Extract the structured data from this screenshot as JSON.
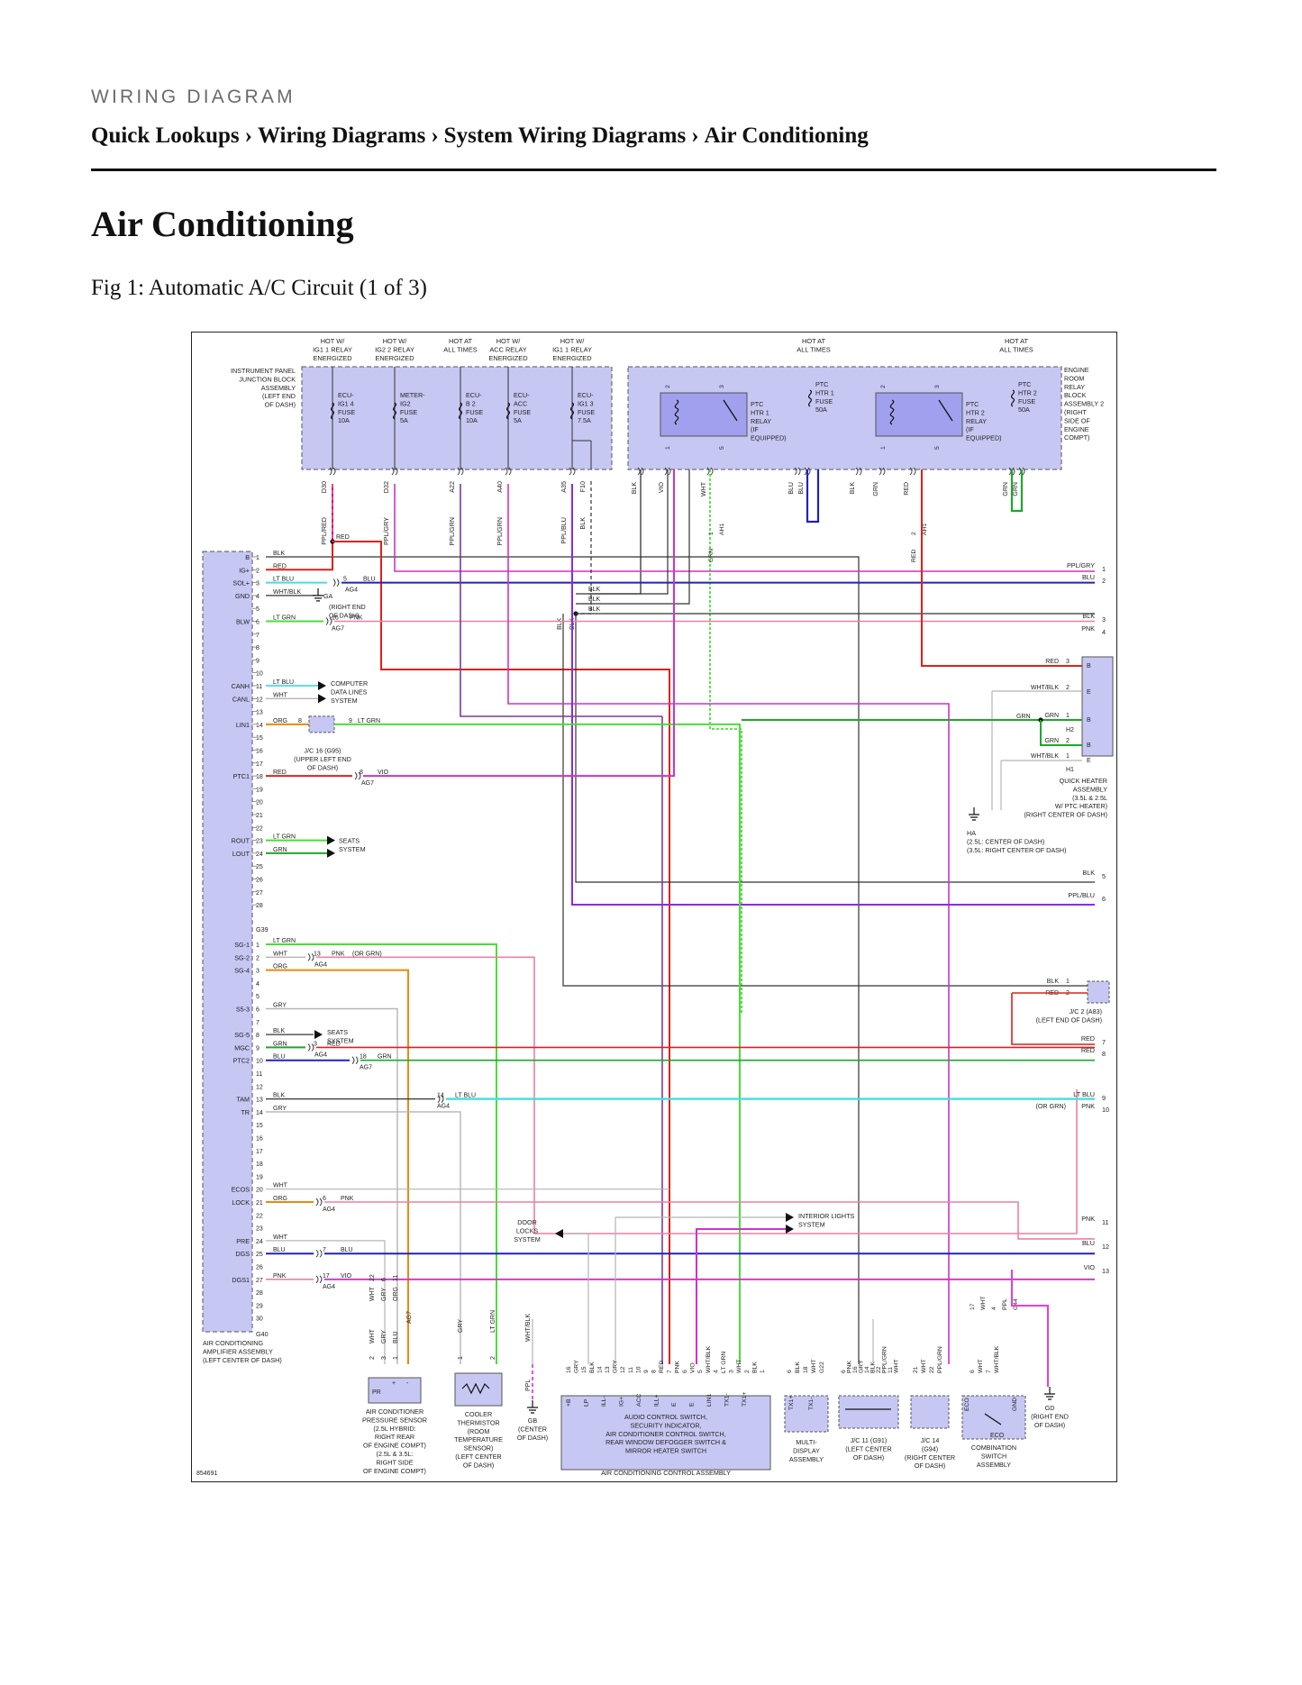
{
  "header": {
    "section_label": "WIRING DIAGRAM",
    "breadcrumb": [
      "Quick Lookups",
      "Wiring Diagrams",
      "System Wiring Diagrams",
      "Air Conditioning"
    ],
    "separator": "›"
  },
  "page_title": "Air Conditioning",
  "figure_caption": "Fig 1: Automatic A/C Circuit (1 of 3)",
  "diagram": {
    "drawing_number": "854691",
    "power_labels": [
      [
        "HOT W/",
        "IG1 1 RELAY",
        "ENERGIZED"
      ],
      [
        "HOT W/",
        "IG2 2 RELAY",
        "ENERGIZED"
      ],
      [
        "HOT AT",
        "ALL TIMES"
      ],
      [
        "HOT W/",
        "ACC RELAY",
        "ENERGIZED"
      ],
      [
        "HOT W/",
        "IG1 1 RELAY",
        "ENERGIZED"
      ],
      [
        "HOT AT",
        "ALL TIMES"
      ],
      [
        "HOT AT",
        "ALL TIMES"
      ]
    ],
    "ip_junction_block": [
      "INSTRUMENT PANEL",
      "JUNCTION BLOCK",
      "ASSEMBLY",
      "(LEFT END",
      "OF DASH)"
    ],
    "fuses_left": [
      {
        "name": [
          "ECU-",
          "IG1 4",
          "FUSE",
          "10A"
        ],
        "pin": "D30",
        "wire": "PPL/RED"
      },
      {
        "name": [
          "METER-",
          "IG2",
          "FUSE",
          "5A"
        ],
        "pin": "D32",
        "wire": "PPL/GRY"
      },
      {
        "name": [
          "ECU-",
          "B 2",
          "FUSE",
          "10A"
        ],
        "pin": "A22",
        "wire": "PPL/GRN"
      },
      {
        "name": [
          "ECU-",
          "ACC",
          "FUSE",
          "5A"
        ],
        "pin": "A40",
        "wire": "PPL/GRN"
      },
      {
        "name": [
          "ECU-",
          "IG1 3",
          "FUSE",
          "7.5A"
        ],
        "pin": "A35",
        "wire": "PPL/BLU"
      }
    ],
    "f10": {
      "pin": "F10",
      "wire": "BLK"
    },
    "engine_relay_block": [
      "ENGINE",
      "ROOM",
      "RELAY",
      "BLOCK",
      "ASSEMBLY 2",
      "(RIGHT",
      "SIDE OF",
      "ENGINE",
      "COMPT)"
    ],
    "ptc_relays": [
      {
        "name": [
          "PTC",
          "HTR 1",
          "RELAY",
          "(IF",
          "EQUIPPED)"
        ],
        "pins": [
          "2",
          "3",
          "1",
          "5"
        ]
      },
      {
        "name": [
          "PTC",
          "HTR 2",
          "RELAY",
          "(IF",
          "EQUIPPED)"
        ],
        "pins": [
          "2",
          "3",
          "1",
          "5"
        ]
      }
    ],
    "ptc_fuses": [
      {
        "name": [
          "PTC",
          "HTR 1",
          "FUSE",
          "50A"
        ]
      },
      {
        "name": [
          "PTC",
          "HTR 2",
          "FUSE",
          "50A"
        ]
      }
    ],
    "relay_wires": [
      "BLK",
      "VIO",
      "WHT",
      "BLU",
      "BLU",
      "BLK",
      "GRN",
      "RED",
      "GRN",
      "GRN"
    ],
    "ah1_labels": [
      "1",
      "AH1",
      "GRN",
      "2",
      "AH1",
      "RED"
    ],
    "amplifier": {
      "name": [
        "AIR CONDITIONING",
        "AMPLIFIER ASSEMBLY",
        "(LEFT CENTER OF DASH)"
      ],
      "g39_label": "G39",
      "g40_label": "G40",
      "g39_pins": [
        {
          "n": "1",
          "sig": "B",
          "wire": "BLK"
        },
        {
          "n": "2",
          "sig": "IG+",
          "wire": "RED"
        },
        {
          "n": "3",
          "sig": "SOL+",
          "wire": "LT BLU"
        },
        {
          "n": "4",
          "sig": "GND",
          "wire": "WHT/BLK"
        },
        {
          "n": "5",
          "sig": "",
          "wire": ""
        },
        {
          "n": "6",
          "sig": "BLW",
          "wire": "LT GRN"
        },
        {
          "n": "7",
          "sig": "",
          "wire": ""
        },
        {
          "n": "8",
          "sig": "",
          "wire": ""
        },
        {
          "n": "9",
          "sig": "",
          "wire": ""
        },
        {
          "n": "10",
          "sig": "",
          "wire": ""
        },
        {
          "n": "11",
          "sig": "CANH",
          "wire": "LT BLU"
        },
        {
          "n": "12",
          "sig": "CANL",
          "wire": "WHT"
        },
        {
          "n": "13",
          "sig": "",
          "wire": ""
        },
        {
          "n": "14",
          "sig": "LIN1",
          "wire": "ORG"
        },
        {
          "n": "15",
          "sig": "",
          "wire": ""
        },
        {
          "n": "16",
          "sig": "",
          "wire": ""
        },
        {
          "n": "17",
          "sig": "",
          "wire": ""
        },
        {
          "n": "18",
          "sig": "PTC1",
          "wire": "RED"
        },
        {
          "n": "19",
          "sig": "",
          "wire": ""
        },
        {
          "n": "20",
          "sig": "",
          "wire": ""
        },
        {
          "n": "21",
          "sig": "",
          "wire": ""
        },
        {
          "n": "22",
          "sig": "",
          "wire": ""
        },
        {
          "n": "23",
          "sig": "ROUT",
          "wire": "LT GRN"
        },
        {
          "n": "24",
          "sig": "LOUT",
          "wire": "GRN"
        },
        {
          "n": "25",
          "sig": "",
          "wire": ""
        },
        {
          "n": "26",
          "sig": "",
          "wire": ""
        },
        {
          "n": "27",
          "sig": "",
          "wire": ""
        },
        {
          "n": "28",
          "sig": "",
          "wire": ""
        }
      ],
      "g40_pins": [
        {
          "n": "1",
          "sig": "SG-1",
          "wire": "LT GRN"
        },
        {
          "n": "2",
          "sig": "SG-2",
          "wire": "WHT"
        },
        {
          "n": "3",
          "sig": "SG-4",
          "wire": "ORG"
        },
        {
          "n": "4",
          "sig": "",
          "wire": ""
        },
        {
          "n": "5",
          "sig": "",
          "wire": ""
        },
        {
          "n": "6",
          "sig": "S5-3",
          "wire": "GRY"
        },
        {
          "n": "7",
          "sig": "",
          "wire": ""
        },
        {
          "n": "8",
          "sig": "SG-5",
          "wire": "BLK"
        },
        {
          "n": "9",
          "sig": "MGC",
          "wire": "GRN"
        },
        {
          "n": "10",
          "sig": "PTC2",
          "wire": "BLU"
        },
        {
          "n": "11",
          "sig": "",
          "wire": ""
        },
        {
          "n": "12",
          "sig": "",
          "wire": ""
        },
        {
          "n": "13",
          "sig": "TAM",
          "wire": "BLK"
        },
        {
          "n": "14",
          "sig": "TR",
          "wire": "GRY"
        },
        {
          "n": "15",
          "sig": "",
          "wire": ""
        },
        {
          "n": "16",
          "sig": "",
          "wire": ""
        },
        {
          "n": "17",
          "sig": "",
          "wire": ""
        },
        {
          "n": "18",
          "sig": "",
          "wire": ""
        },
        {
          "n": "19",
          "sig": "",
          "wire": ""
        },
        {
          "n": "20",
          "sig": "ECOS",
          "wire": "WHT"
        },
        {
          "n": "21",
          "sig": "LOCK",
          "wire": "ORG"
        },
        {
          "n": "22",
          "sig": "",
          "wire": ""
        },
        {
          "n": "23",
          "sig": "",
          "wire": ""
        },
        {
          "n": "24",
          "sig": "PRE",
          "wire": "WHT"
        },
        {
          "n": "25",
          "sig": "DGS",
          "wire": "BLU"
        },
        {
          "n": "26",
          "sig": "",
          "wire": ""
        },
        {
          "n": "27",
          "sig": "DGS1",
          "wire": "PNK"
        },
        {
          "n": "28",
          "sig": "",
          "wire": ""
        },
        {
          "n": "29",
          "sig": "",
          "wire": ""
        },
        {
          "n": "30",
          "sig": "",
          "wire": ""
        }
      ]
    },
    "connector_labels": {
      "ag4": "AG4",
      "ag7": "AG7",
      "ga": "GA",
      "ga_loc": [
        "(RIGHT END",
        "OF DASH)"
      ],
      "pin5_blu": [
        "5",
        "BLU"
      ],
      "pin16_pnk": [
        "16",
        "PNK"
      ],
      "pin8_org": [
        "8"
      ],
      "pin9_ltgrn": [
        "9",
        "LT GRN"
      ],
      "pin8_vio": [
        "8",
        "VIO"
      ],
      "pin13_pnk": [
        "13",
        "PNK"
      ],
      "or_grn": "(OR GRN)",
      "pin3_red": [
        "3",
        "RED"
      ],
      "pin18_grn": [
        "18",
        "GRN"
      ],
      "pin14_ltblu": [
        "14",
        "LT BLU"
      ],
      "pin6_pnk": [
        "6",
        "PNK"
      ],
      "pin7_blu": [
        "7",
        "BLU"
      ],
      "pin17_vio": [
        "17",
        "VIO"
      ]
    },
    "computer_data_lines": [
      "COMPUTER",
      "DATA LINES",
      "SYSTEM"
    ],
    "jc16": [
      "J/C 16 (G95)",
      "(UPPER LEFT END",
      "OF DASH)"
    ],
    "seats_system": [
      "SEATS",
      "SYSTEM"
    ],
    "junction_wires": [
      "BLK",
      "BLK",
      "BLK",
      "BLK",
      "BLK"
    ],
    "right_edge": [
      {
        "wire": "PPL/GRY",
        "n": "1"
      },
      {
        "wire": "BLU",
        "n": "2"
      },
      {
        "wire": "BLK",
        "n": "3"
      },
      {
        "wire": "PNK",
        "n": "4"
      },
      {
        "wire": "BLK",
        "n": "5"
      },
      {
        "wire": "PPL/BLU",
        "n": "6"
      },
      {
        "wire": "RED",
        "n": "7"
      },
      {
        "wire": "RED",
        "n": "8"
      },
      {
        "wire": "LT BLU",
        "n": "9"
      },
      {
        "wire": "PNK",
        "n": "10",
        "note": "(OR GRN)"
      },
      {
        "wire": "PNK",
        "n": "11"
      },
      {
        "wire": "BLU",
        "n": "12"
      },
      {
        "wire": "VIO",
        "n": "13"
      }
    ],
    "quick_heater": {
      "name": [
        "QUICK HEATER",
        "ASSEMBLY",
        "(3.5L & 2.5L",
        "W/ PTC HEATER)",
        "(RIGHT CENTER OF DASH)"
      ],
      "pins": [
        {
          "wire": "RED",
          "n": "3",
          "sig": "B"
        },
        {
          "wire": "WHT/BLK",
          "n": "2",
          "sig": "E"
        },
        {
          "wire": "GRN",
          "n": "1",
          "sig": "B"
        },
        {
          "wire": "GRN",
          "n": "2",
          "sig": "B"
        },
        {
          "wire": "WHT/BLK",
          "n": "1",
          "sig": "E"
        }
      ],
      "grn_splice": "GRN",
      "h2": "H2",
      "h1": "H1"
    },
    "ha_ground": [
      "HA",
      "(2.5L: CENTER OF DASH)",
      "(3.5L: RIGHT CENTER OF DASH)"
    ],
    "jc2": {
      "name": [
        "J/C 2 (A83)",
        "(LEFT END OF DASH)"
      ],
      "pins": [
        {
          "wire": "BLK",
          "n": "1"
        },
        {
          "wire": "RED",
          "n": "2"
        }
      ]
    },
    "door_locks": [
      "DOOR",
      "LOCKS",
      "SYSTEM"
    ],
    "interior_lights": [
      "INTERIOR LIGHTS",
      "SYSTEM"
    ],
    "bottom_vertical": {
      "ag7_group": [
        "WHT",
        "22",
        "GRY",
        "6",
        "ORG",
        "11",
        "AG7"
      ],
      "sensor_pins": [
        "2",
        "WHT",
        "3",
        "GRY",
        "1",
        "BLU"
      ],
      "thermistor_pins": [
        "1",
        "GRY",
        "2",
        "LT GRN"
      ],
      "wht_blk": "WHT/BLK",
      "ppl": "PPL",
      "ctrl_pins": [
        "16",
        "GRY",
        "15",
        "BLK",
        "14",
        "13",
        "GRY",
        "12",
        "11",
        "10",
        "9",
        "8",
        "RED",
        "7",
        "PNK",
        "6",
        "VIO",
        "5",
        "WHT/BLK",
        "4",
        "LT GRN",
        "3",
        "WHT",
        "2",
        "BLK",
        "1"
      ],
      "ctrl_sigs": [
        "+B",
        "LP",
        "ILL-",
        "IG+",
        "ACC",
        "ILL+",
        "E",
        "E",
        "LIN1",
        "TX1-",
        "TX1+"
      ],
      "mdisp_pins": [
        "6",
        "BLK",
        "18",
        "WHT",
        "G22"
      ],
      "mdisp_sigs": [
        "TX1+",
        "TX1-"
      ],
      "jc11_pins": [
        "6",
        "PNK",
        "16",
        "GRY",
        "14",
        "BLK",
        "22",
        "PPL/GRN",
        "11",
        "WHT"
      ],
      "jc14_pins": [
        "21",
        "WHT",
        "22",
        "PPL/GRN"
      ],
      "eco_pins": [
        "6",
        "WHT",
        "7",
        "WHT/BLK"
      ],
      "eco_sigs": [
        "ECO",
        "GND",
        "ECO"
      ],
      "g44_pins": [
        "17",
        "WHT",
        "4",
        "PPL",
        "G44"
      ]
    },
    "components": {
      "pressure_sensor": [
        "AIR CONDITIONER",
        "PRESSURE SENSOR",
        "(2.5L HYBRID:",
        "RIGHT REAR",
        "OF ENGINE COMPT)",
        "(2.5L & 3.5L:",
        "RIGHT SIDE",
        "OF ENGINE COMPT)"
      ],
      "pressure_sensor_sigs": [
        "PR",
        "+",
        "-"
      ],
      "thermistor": [
        "COOLER",
        "THERMISTOR",
        "(ROOM",
        "TEMPERATURE",
        "SENSOR)",
        "(LEFT CENTER",
        "OF DASH)"
      ],
      "gb": [
        "GB",
        "(CENTER",
        "OF DASH)"
      ],
      "audio_switch": [
        "AUDIO CONTROL SWITCH,",
        "SECURITY INDICATOR,",
        "AIR CONDITIONER CONTROL SWITCH,",
        "REAR WINDOW DEFOGGER SWITCH &",
        "MIRROR HEATER SWITCH"
      ],
      "control_assembly": "AIR CONDITIONING CONTROL ASSEMBLY",
      "multi_display": [
        "MULTI-",
        "DISPLAY",
        "ASSEMBLY"
      ],
      "jc11": [
        "J/C 11 (G91)",
        "(LEFT CENTER",
        "OF DASH)"
      ],
      "jc14": [
        "J/C 14",
        "(G94)",
        "(RIGHT CENTER",
        "OF DASH)"
      ],
      "combination_switch": [
        "COMBINATION",
        "SWITCH",
        "ASSEMBLY"
      ],
      "gd": [
        "GD",
        "(RIGHT END",
        "OF DASH)"
      ]
    },
    "colors": {
      "red": "#e0201a",
      "black": "#333333",
      "pink": "#ee7fa6",
      "violet": "#cc33cc",
      "ltblu": "#44dde6",
      "blu": "#2222bb",
      "grn": "#1ea82a",
      "ltgrn": "#4ddc3b",
      "org": "#e88a10",
      "gry": "#b5b5b5",
      "purple": "#8a2be2",
      "ppl": "#7a3a9a",
      "box": "#c7c7f3",
      "box_dark": "#a0a0ee",
      "magenta": "#e040e0",
      "dkgrn": "#2d8a2d"
    }
  }
}
